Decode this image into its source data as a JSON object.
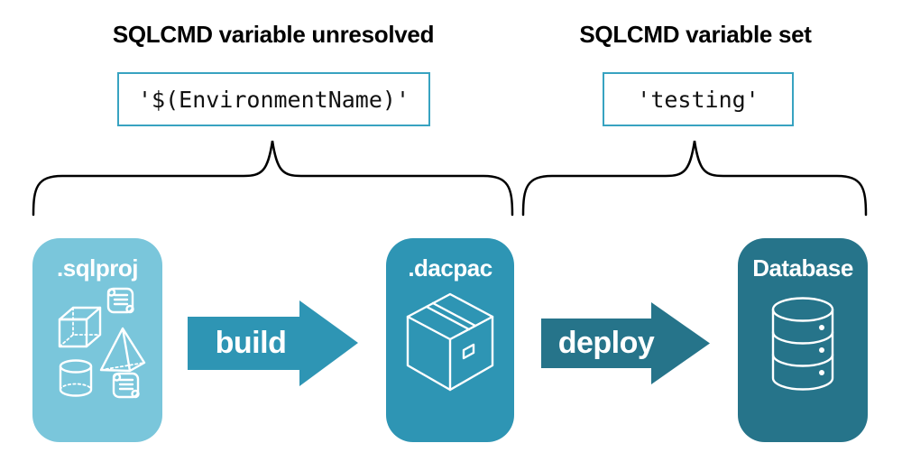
{
  "headings": {
    "left": "SQLCMD variable unresolved",
    "right": "SQLCMD variable set"
  },
  "values": {
    "unresolved": "'$(EnvironmentName)'",
    "set": "'testing'"
  },
  "pipeline": {
    "stages": [
      {
        "label": ".sqlproj",
        "icon": "sql-objects-icon",
        "color": "#7AC6DB"
      },
      {
        "label": ".dacpac",
        "icon": "package-box-icon",
        "color": "#2E95B4"
      },
      {
        "label": "Database",
        "icon": "database-cylinder-icon",
        "color": "#26748A"
      }
    ],
    "arrows": [
      {
        "label": "build",
        "color": "#2E95B4"
      },
      {
        "label": "deploy",
        "color": "#26748A"
      }
    ]
  },
  "colors": {
    "value_box_border": "#38A3C1",
    "heading_text": "#000000",
    "brace": "#000000",
    "card_text": "#FFFFFF",
    "background": "#FFFFFF"
  }
}
